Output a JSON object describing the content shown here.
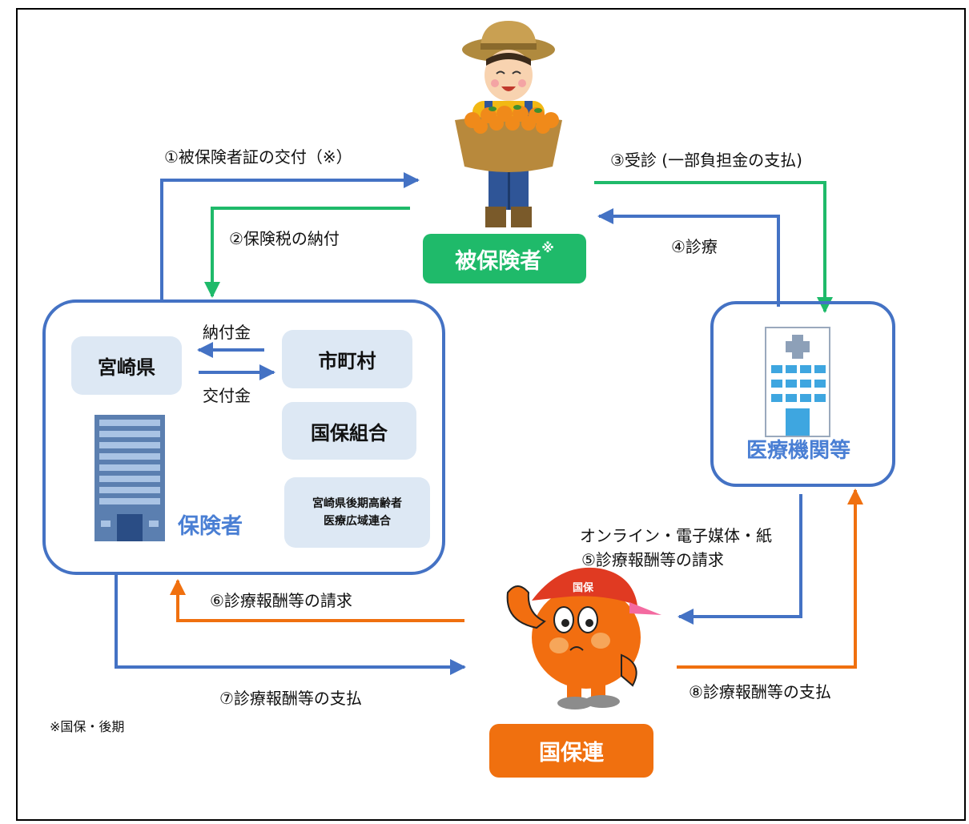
{
  "labels": {
    "issue_card": "①被保険者証の交付（※）",
    "tax_payment": "②保険税の納付",
    "consult": "③受診 (一部負担金の支払)",
    "treatment": "④診療",
    "claim_media": "オンライン・電子媒体・紙",
    "claim_to_renren": "⑤診療報酬等の請求",
    "claim_to_insurer": "⑥診療報酬等の請求",
    "pay_to_renren": "⑦診療報酬等の支払",
    "pay_to_medical": "⑧診療報酬等の支払",
    "payment_in": "納付金",
    "grant_out": "交付金"
  },
  "nodes": {
    "insured": "被保険者",
    "insured_mark": "※",
    "medical": "医療機関等",
    "renren": "国保連",
    "cap_text": "国保",
    "insurer": "保険者",
    "prefecture": "宮崎県",
    "municipality": "市町村",
    "union": "国保組合",
    "elderly_line1": "宮崎県後期高齢者",
    "elderly_line2": "医療広域連合"
  },
  "footnote": "※国保・後期",
  "colors": {
    "blue": "#4472c4",
    "green": "#1fba6a",
    "orange": "#f0700f",
    "label_blue": "#4a7fd4"
  }
}
